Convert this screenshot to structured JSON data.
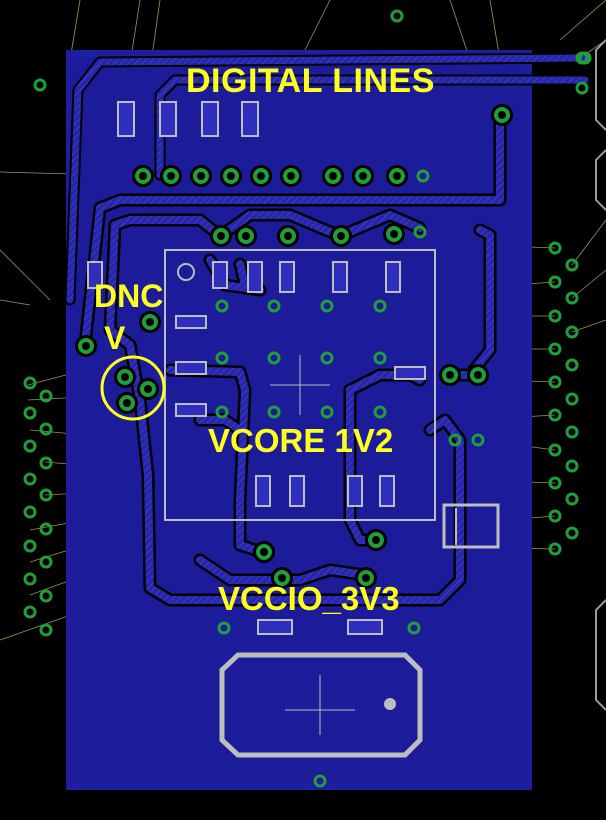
{
  "labels": {
    "digital_lines": "DIGITAL LINES",
    "dnc": "DNC",
    "v": "V",
    "vcore": "VCORE 1V2",
    "vccio": "VCCIO_3V3"
  },
  "colors": {
    "background": "#000000",
    "copper_pour": "#1e1ea0",
    "trace": "#2a2ab0",
    "via": "#1f9e3a",
    "airwire": "#c8d060",
    "silkscreen": "#bdbdbd",
    "annotation": "#ffff1e"
  }
}
